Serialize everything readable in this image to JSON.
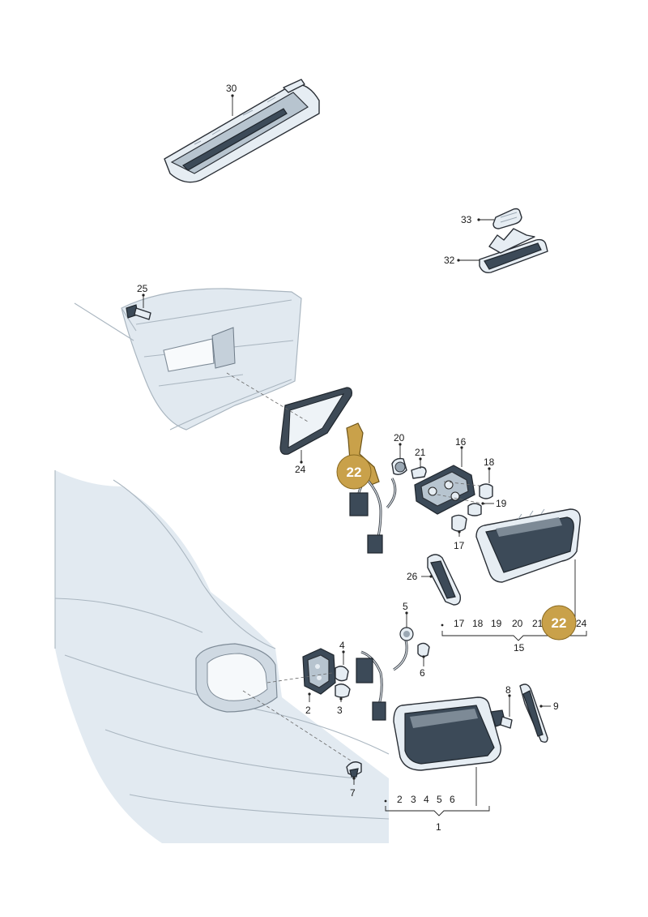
{
  "diagram": {
    "labels": {
      "l30": "30",
      "l33": "33",
      "l32": "32",
      "l25": "25",
      "l24": "24",
      "l20": "20",
      "l21": "21",
      "l16": "16",
      "l18a": "18",
      "l19a": "19",
      "l17a": "17",
      "l26": "26",
      "l5": "5",
      "l4": "4",
      "l6": "6",
      "l2": "2",
      "l3": "3",
      "l8": "8",
      "l9": "9",
      "l7": "7",
      "l15": "15",
      "l1": "1"
    },
    "group15": [
      "17",
      "18",
      "19",
      "20",
      "21",
      "24"
    ],
    "group1": [
      "2",
      "3",
      "4",
      "5",
      "6"
    ],
    "highlight": {
      "number": "22",
      "color": "#c9a14a"
    }
  }
}
